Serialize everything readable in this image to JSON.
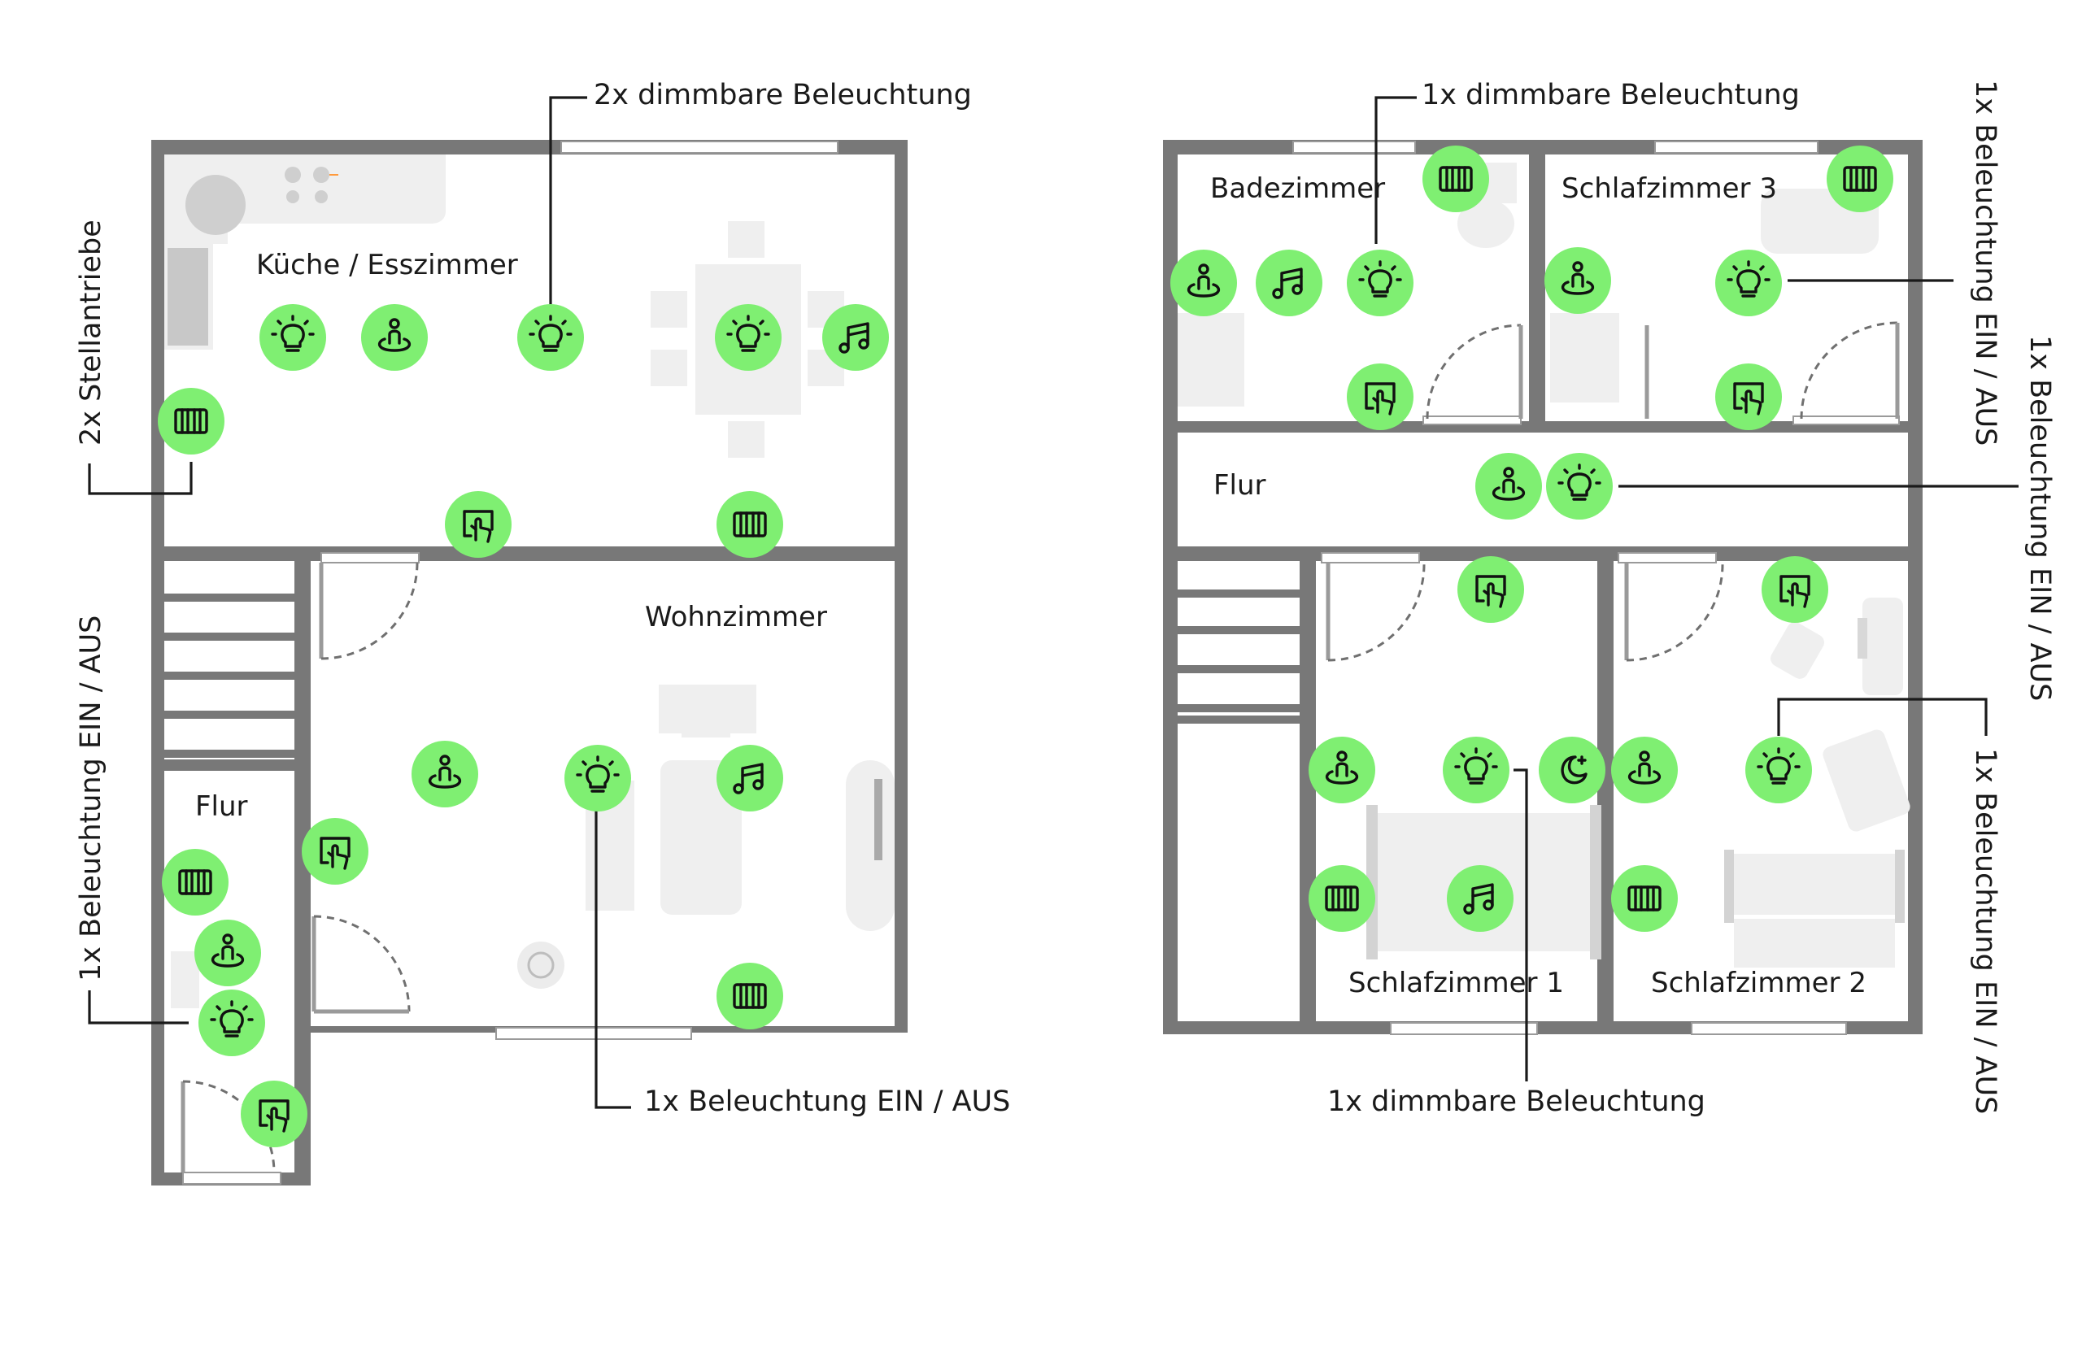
{
  "colors": {
    "device_green": "#7fef72",
    "wall": "#787878",
    "furniture": "#efefef",
    "text": "#1a1a1a"
  },
  "rooms": {
    "kitchen": "Küche / Esszimmer",
    "living": "Wohnzimmer",
    "hall_ground": "Flur",
    "bath": "Badezimmer",
    "bedroom3": "Schlafzimmer 3",
    "hall_upper": "Flur",
    "bedroom1": "Schlafzimmer 1",
    "bedroom2": "Schlafzimmer 2"
  },
  "annotations": {
    "kitchen_dimmable": "2x dimmbare Beleuchtung",
    "kitchen_actuators": "2x Stellantriebe",
    "hall_ground_light": "1x Beleuchtung EIN / AUS",
    "living_light": "1x Beleuchtung EIN / AUS",
    "bath_dimmable": "1x dimmbare Beleuchtung",
    "bedroom3_light": "1x Beleuchtung EIN / AUS",
    "hall_upper_light": "1x Beleuchtung EIN / AUS",
    "bedroom2_light": "1x Beleuchtung EIN / AUS",
    "bedroom1_dimmable": "1x dimmbare Beleuchtung"
  },
  "devices": {
    "light": "light-bulb-icon",
    "presence": "presence-sensor-icon",
    "music": "music-note-icon",
    "heating": "radiator-icon",
    "switch": "touch-switch-icon",
    "night": "night-mode-icon"
  }
}
